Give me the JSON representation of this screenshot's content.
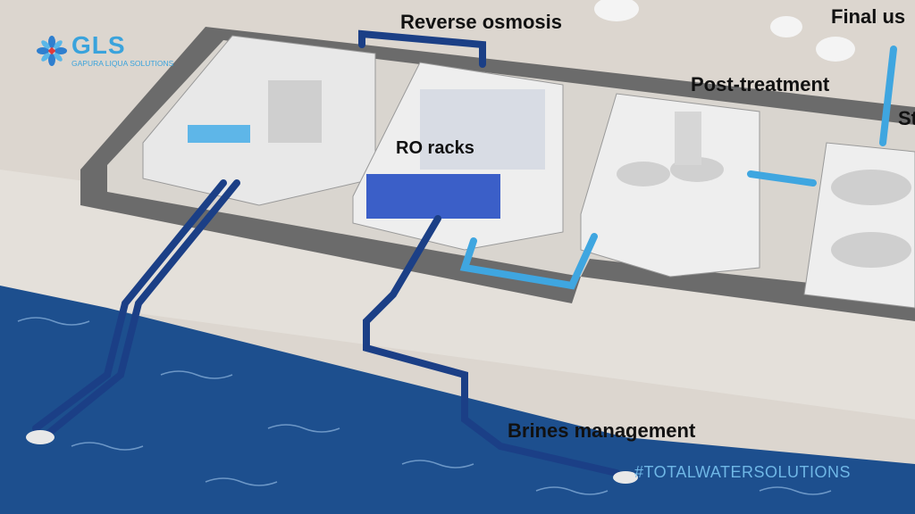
{
  "brand": {
    "name": "GLS",
    "tagline": "GAPURA LIQUA SOLUTIONS"
  },
  "labels": {
    "reverse_osmosis": "Reverse osmosis",
    "ro_racks": "RO racks",
    "post_treatment": "Post-treatment",
    "final_use": "Final us",
    "storage": "St",
    "brines": "Brines management"
  },
  "hashtag": "#TOTALWATERSOLUTIONS",
  "colors": {
    "sea": "#1d4f8e",
    "pipe_dark": "#1b3f86",
    "pipe_light": "#3fa6e0",
    "ground": "#dcd6cf",
    "road": "#6b6b6b",
    "accent": "#3aa3dc"
  }
}
